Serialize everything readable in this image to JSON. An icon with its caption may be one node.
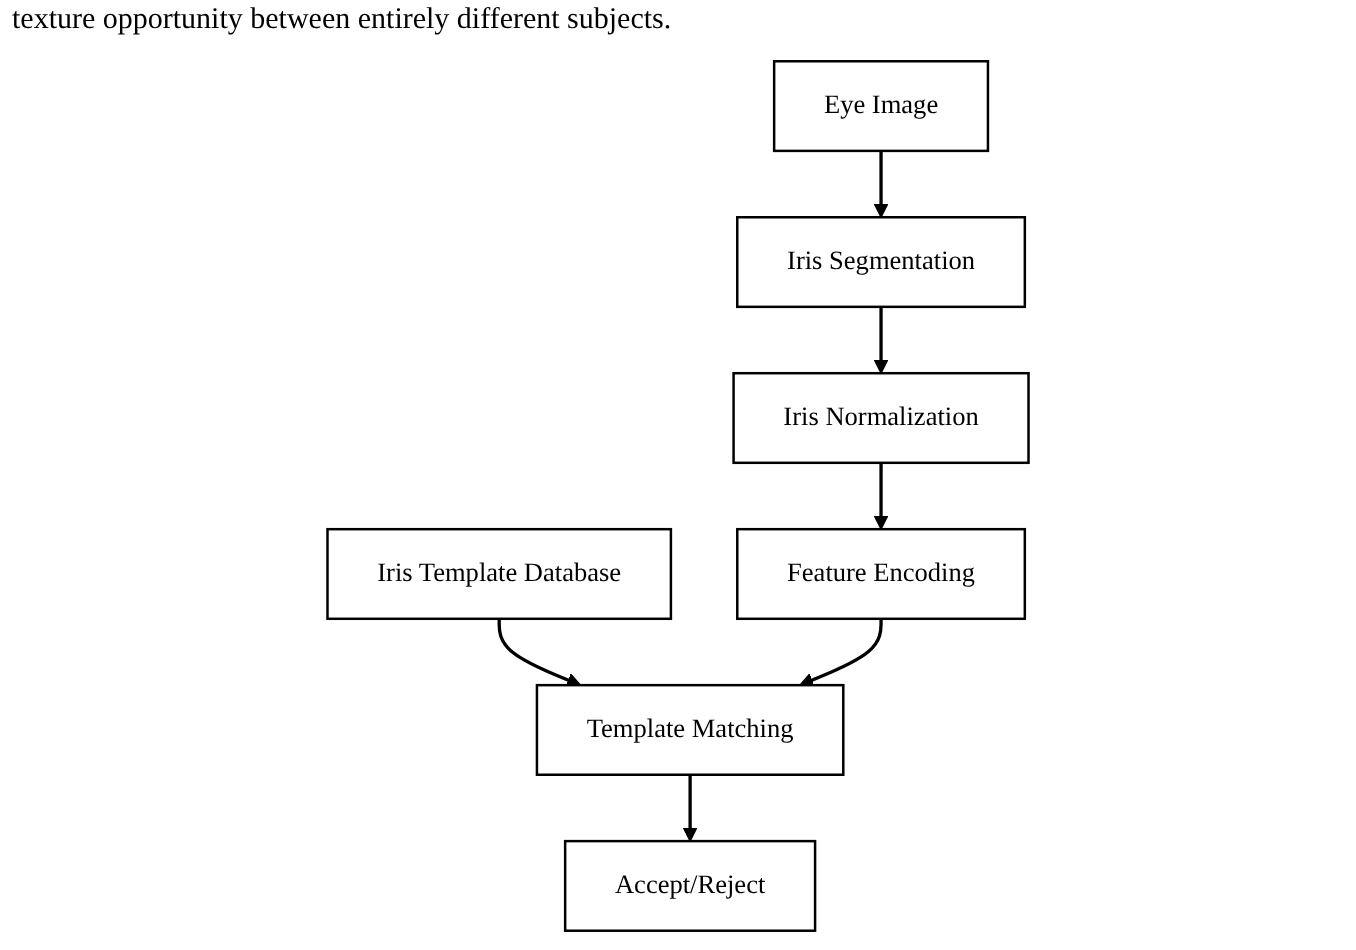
{
  "diagram": {
    "nodes": [
      {
        "text": [
          "Eye Image"
        ]
      },
      {
        "text": [
          "Iris Segmentation"
        ]
      },
      {
        "text": [
          "Iris Normalization"
        ]
      },
      {
        "text": [
          "Iris Template Database"
        ]
      },
      {
        "text": [
          "Template Matching"
        ]
      },
      {
        "text": [
          "Feature Encoding"
        ]
      },
      {
        "text": [
          "Accept/Reject"
        ]
      }
    ],
    "edges": [
      {
        "from": 0,
        "to": 1,
        "arrow": "to"
      },
      {
        "from": 1,
        "to": 2,
        "arrow": "to"
      },
      {
        "from": 2,
        "to": 5,
        "arrow": "to"
      },
      {
        "from": 3,
        "to": 4,
        "arrow": "to"
      },
      {
        "from": 5,
        "to": 4,
        "arrow": "to"
      },
      {
        "from": 4,
        "to": 6,
        "arrow": "to"
      }
    ],
    "labels": [
      "texture opportunity between entirely different subjects."
    ]
  }
}
